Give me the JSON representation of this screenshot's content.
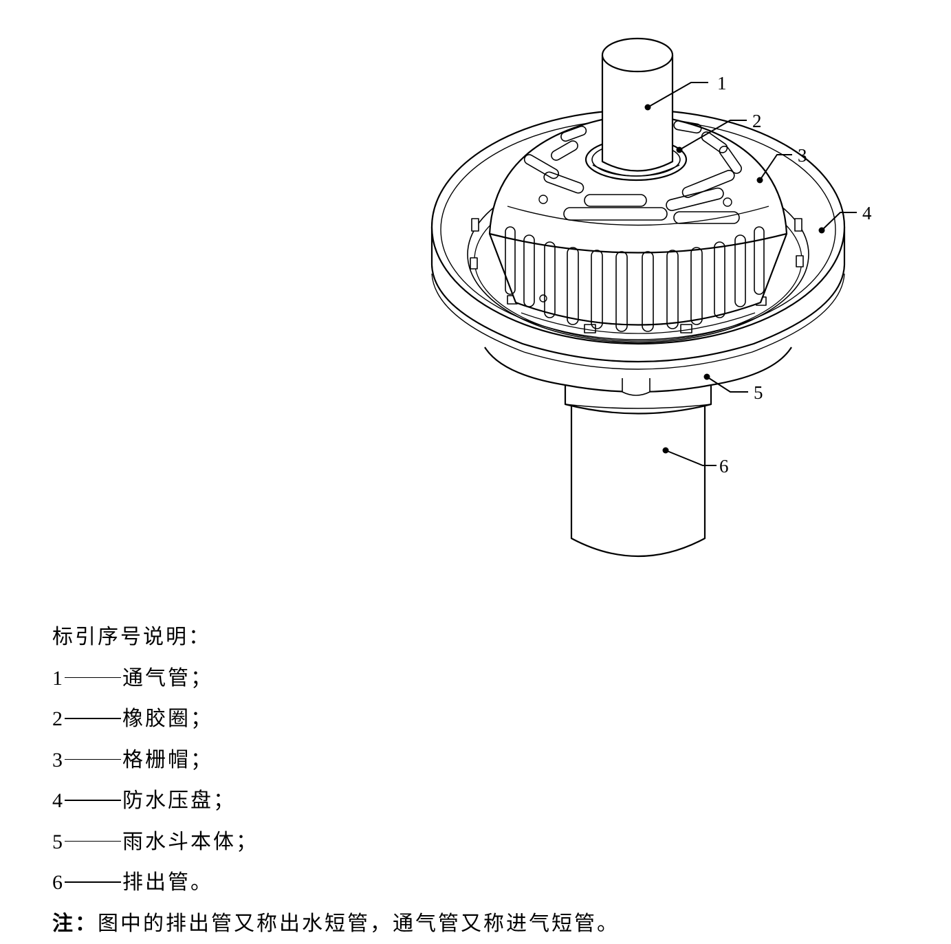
{
  "callouts": [
    {
      "num": "1"
    },
    {
      "num": "2"
    },
    {
      "num": "3"
    },
    {
      "num": "4"
    },
    {
      "num": "5"
    },
    {
      "num": "6"
    }
  ],
  "legend": {
    "title": "标引序号说明：",
    "items": [
      {
        "num": "1",
        "label": "通气管；"
      },
      {
        "num": "2",
        "label": "橡胶圈；"
      },
      {
        "num": "3",
        "label": "格栅帽；"
      },
      {
        "num": "4",
        "label": "防水压盘；"
      },
      {
        "num": "5",
        "label": "雨水斗本体；"
      },
      {
        "num": "6",
        "label": "排出管。"
      }
    ]
  },
  "note": {
    "label": "注：",
    "text": "图中的排出管又称出水短管，通气管又称进气短管。"
  }
}
